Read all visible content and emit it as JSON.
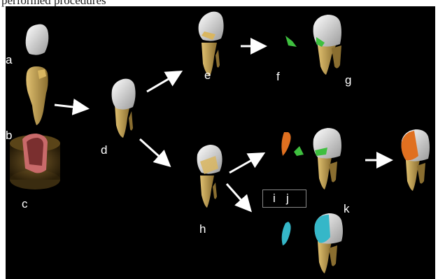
{
  "caption": "performed procedures",
  "labels": {
    "a": "a",
    "b": "b",
    "c": "c",
    "d": "d",
    "e": "e",
    "f": "f",
    "g": "g",
    "h": "h",
    "i": "i",
    "j": "j",
    "k": "k"
  },
  "colors": {
    "background": "#000000",
    "crown": "#e6e6e6",
    "root": "#c8a85a",
    "die": "#7a5a2a",
    "green_inlay": "#3fbf3f",
    "orange_inlay": "#e07020",
    "cyan_inlay": "#35b7c8",
    "arrow": "#ffffff"
  }
}
